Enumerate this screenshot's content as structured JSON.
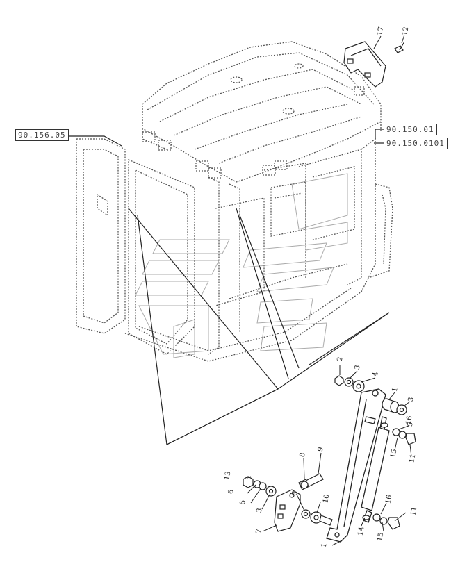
{
  "references": {
    "ref_left": "90.156.05",
    "ref_right_1": "90.150.01",
    "ref_right_2": "90.150.0101"
  },
  "callouts": {
    "c17": "17",
    "c12": "12",
    "c2": "2",
    "c3a": "3",
    "c4": "4",
    "c1a": "1",
    "c3b": "3",
    "c16a": "16",
    "c5a": "5",
    "c15a": "15",
    "c11a": "11",
    "c13": "13",
    "c6": "6",
    "c5b": "5",
    "c3c": "3",
    "c8": "8",
    "c9": "9",
    "c3d": "3",
    "c10": "10",
    "c7": "7",
    "c14": "14",
    "c16b": "16",
    "c15b": "15",
    "c11b": "11",
    "c1b": "1"
  },
  "colors": {
    "line": "#222222",
    "dashed": "#555555",
    "watermark": "#888888"
  }
}
